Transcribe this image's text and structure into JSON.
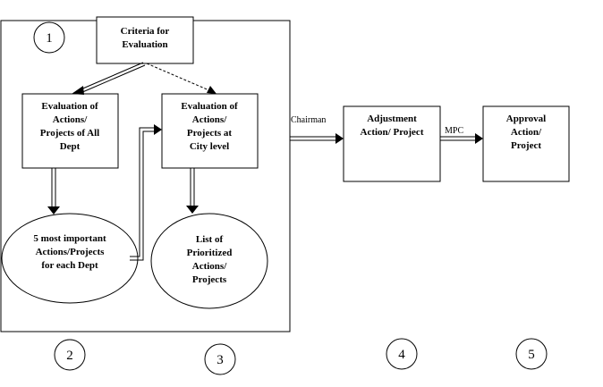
{
  "nodes": {
    "criteria": [
      "Criteria for",
      "Evaluation"
    ],
    "eval_dept": [
      "Evaluation of",
      "Actions/",
      "Projects of All",
      "Dept"
    ],
    "eval_city": [
      "Evaluation of",
      "Actions/",
      "Projects at",
      "City level"
    ],
    "top5": [
      "5 most important",
      "Actions/Projects",
      "for each Dept"
    ],
    "prioritized": [
      "List of",
      "Prioritized",
      "Actions/",
      "Projects"
    ],
    "adjustment": [
      "Adjustment",
      "Action/ Project"
    ],
    "approval": [
      "Approval",
      "Action/",
      "Project"
    ]
  },
  "edge_labels": {
    "chairman": "Chairman",
    "mpc": "MPC"
  },
  "step_numbers": [
    "1",
    "2",
    "3",
    "4",
    "5"
  ],
  "colors": {
    "stroke": "#000000",
    "background": "#ffffff"
  }
}
